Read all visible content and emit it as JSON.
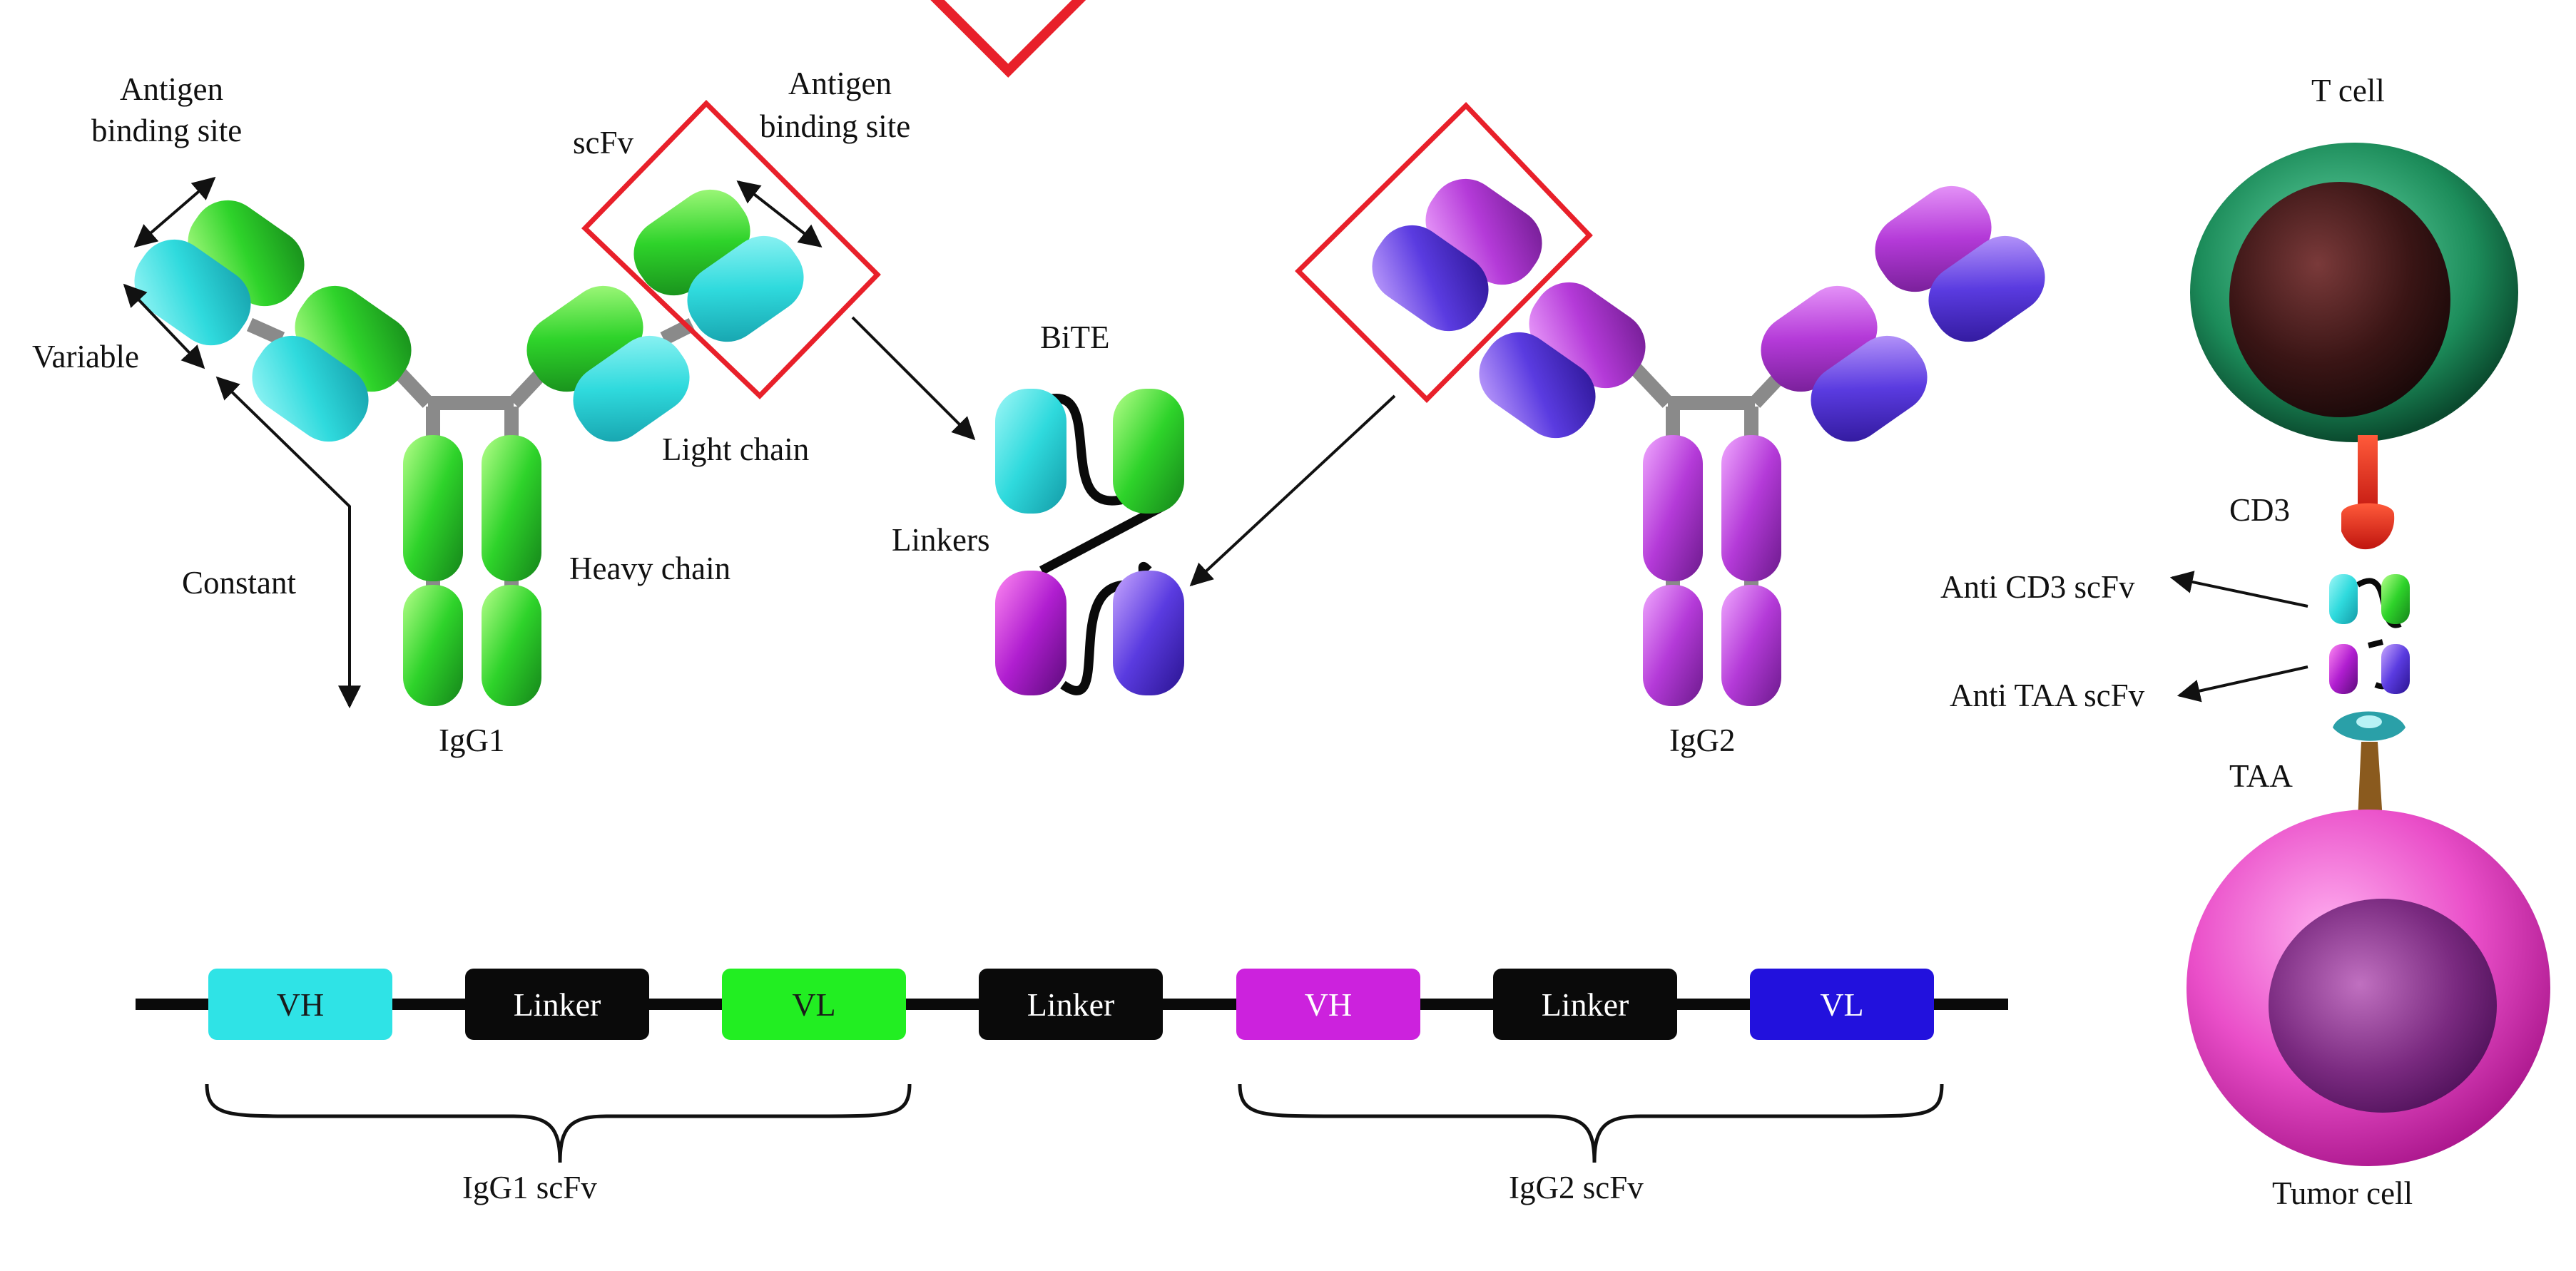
{
  "labels": {
    "antigen_binding_site_left_1": "Antigen",
    "antigen_binding_site_left_2": "binding site",
    "antigen_binding_site_right_1": "Antigen",
    "antigen_binding_site_right_2": "binding site",
    "scfv": "scFv",
    "variable": "Variable",
    "constant": "Constant",
    "light_chain": "Light chain",
    "heavy_chain": "Heavy chain",
    "igg1": "IgG1",
    "igg2": "IgG2",
    "bite": "BiTE",
    "linkers": "Linkers",
    "t_cell": "T cell",
    "cd3": "CD3",
    "anti_cd3_scfv": "Anti CD3 scFv",
    "anti_taa_scfv": "Anti TAA scFv",
    "taa": "TAA",
    "tumor_cell": "Tumor cell"
  },
  "construct": {
    "segments": [
      {
        "label": "VH",
        "color": "#2fe3e6",
        "text_color": "#1a1a1a"
      },
      {
        "label": "Linker",
        "color": "#0a0a0a",
        "text_color": "#ffffff"
      },
      {
        "label": "VL",
        "color": "#22ee22",
        "text_color": "#1a1a1a"
      },
      {
        "label": "Linker",
        "color": "#0a0a0a",
        "text_color": "#ffffff"
      },
      {
        "label": "VH",
        "color": "#cc22dd",
        "text_color": "#ffffff"
      },
      {
        "label": "Linker",
        "color": "#0a0a0a",
        "text_color": "#ffffff"
      },
      {
        "label": "VL",
        "color": "#2211dd",
        "text_color": "#ffffff"
      }
    ],
    "brace_left": "IgG1 scFv",
    "brace_right": "IgG2 scFv"
  },
  "colors": {
    "cyan": "#2fe3e6",
    "green": "#22dd22",
    "purple": "#b23ad8",
    "violet": "#5533dd",
    "red_box": "#e8202a",
    "tcell_green": "#1a8a5a",
    "tumor_pink": "#e84cc8"
  }
}
